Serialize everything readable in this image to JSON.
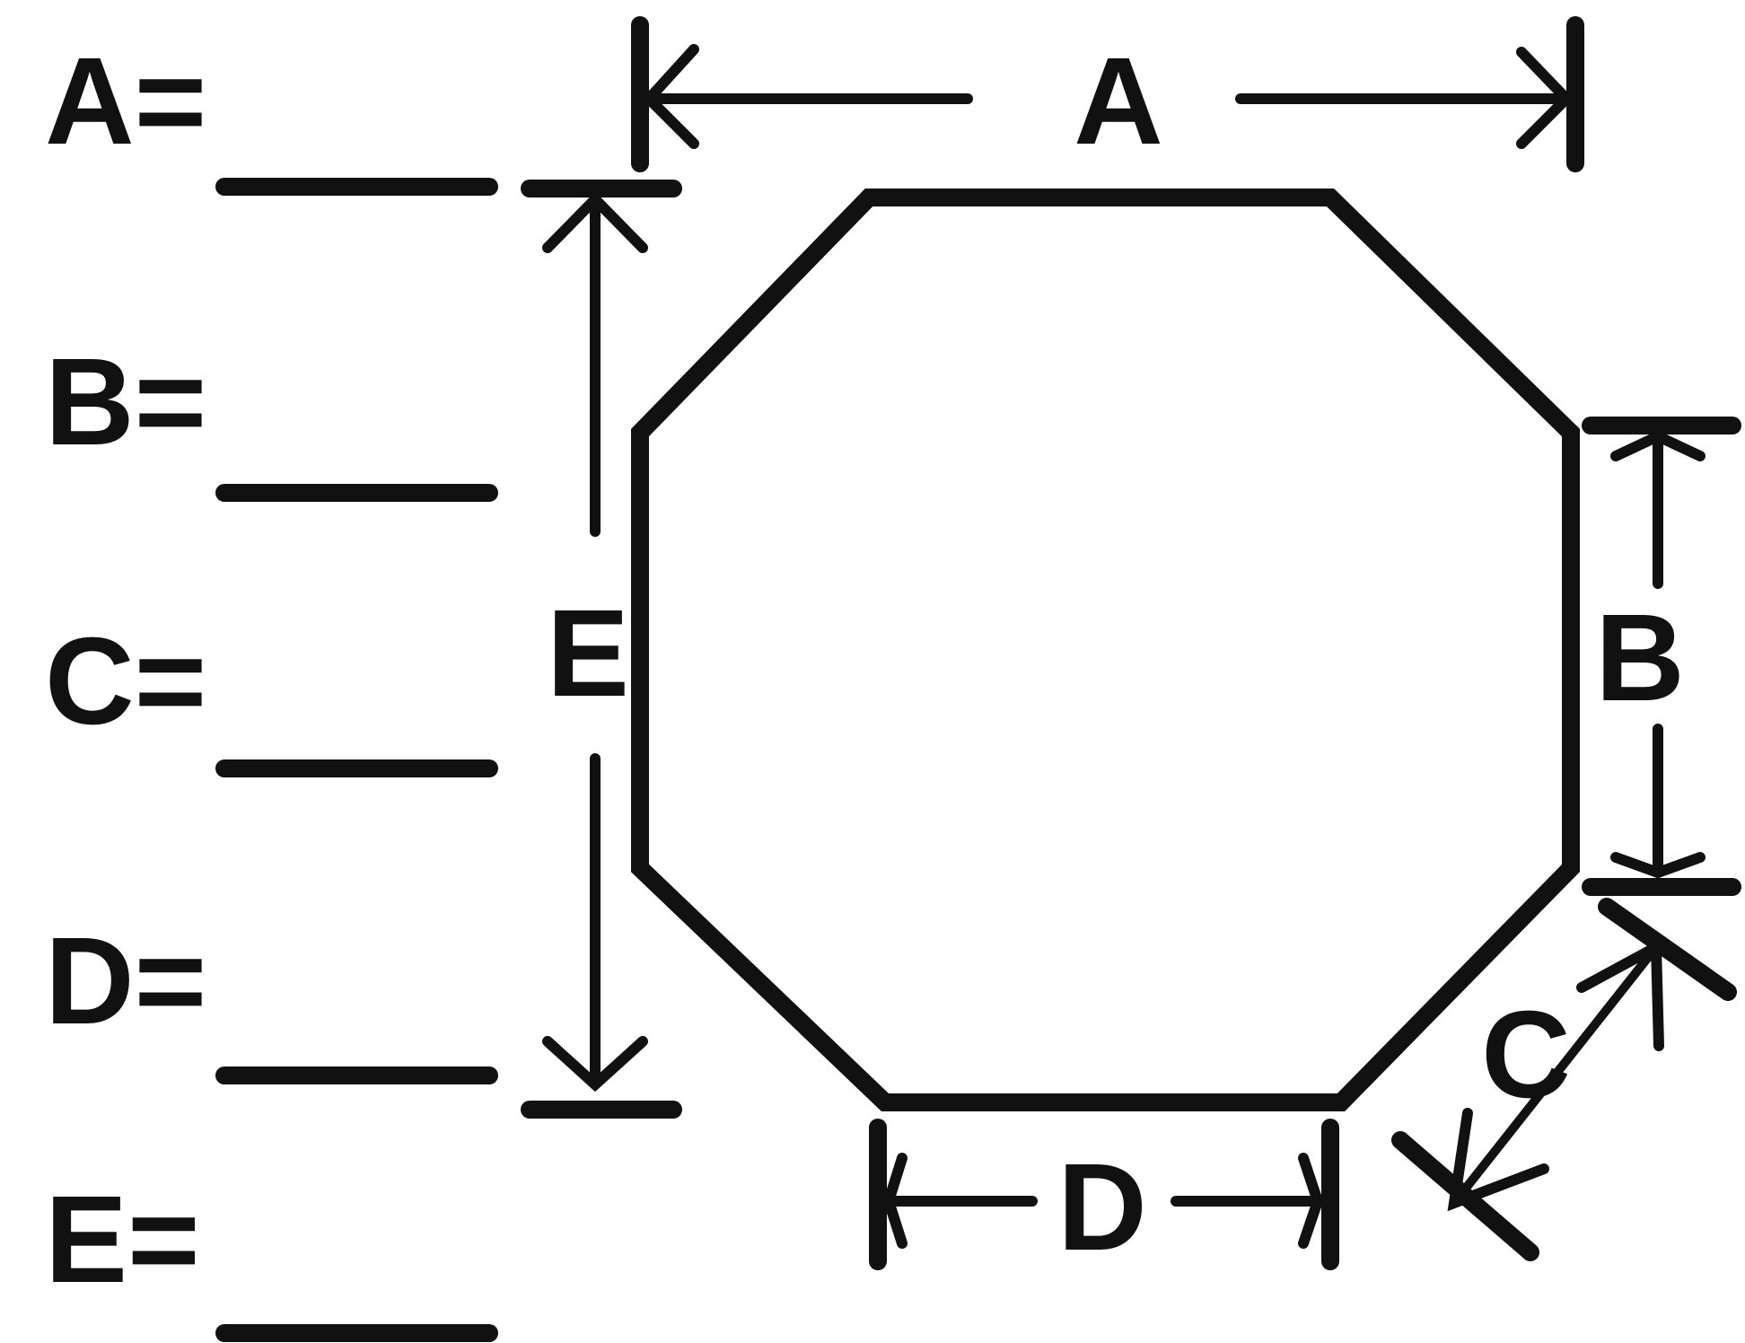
{
  "colors": {
    "ink": "#111111",
    "background": "#ffffff"
  },
  "form": {
    "fields": [
      {
        "label": "A="
      },
      {
        "label": "B="
      },
      {
        "label": "C="
      },
      {
        "label": "D="
      },
      {
        "label": "E="
      }
    ]
  },
  "dimensions": {
    "A": {
      "label": "A"
    },
    "B": {
      "label": "B"
    },
    "C": {
      "label": "C"
    },
    "D": {
      "label": "D"
    },
    "E": {
      "label": "E"
    }
  }
}
